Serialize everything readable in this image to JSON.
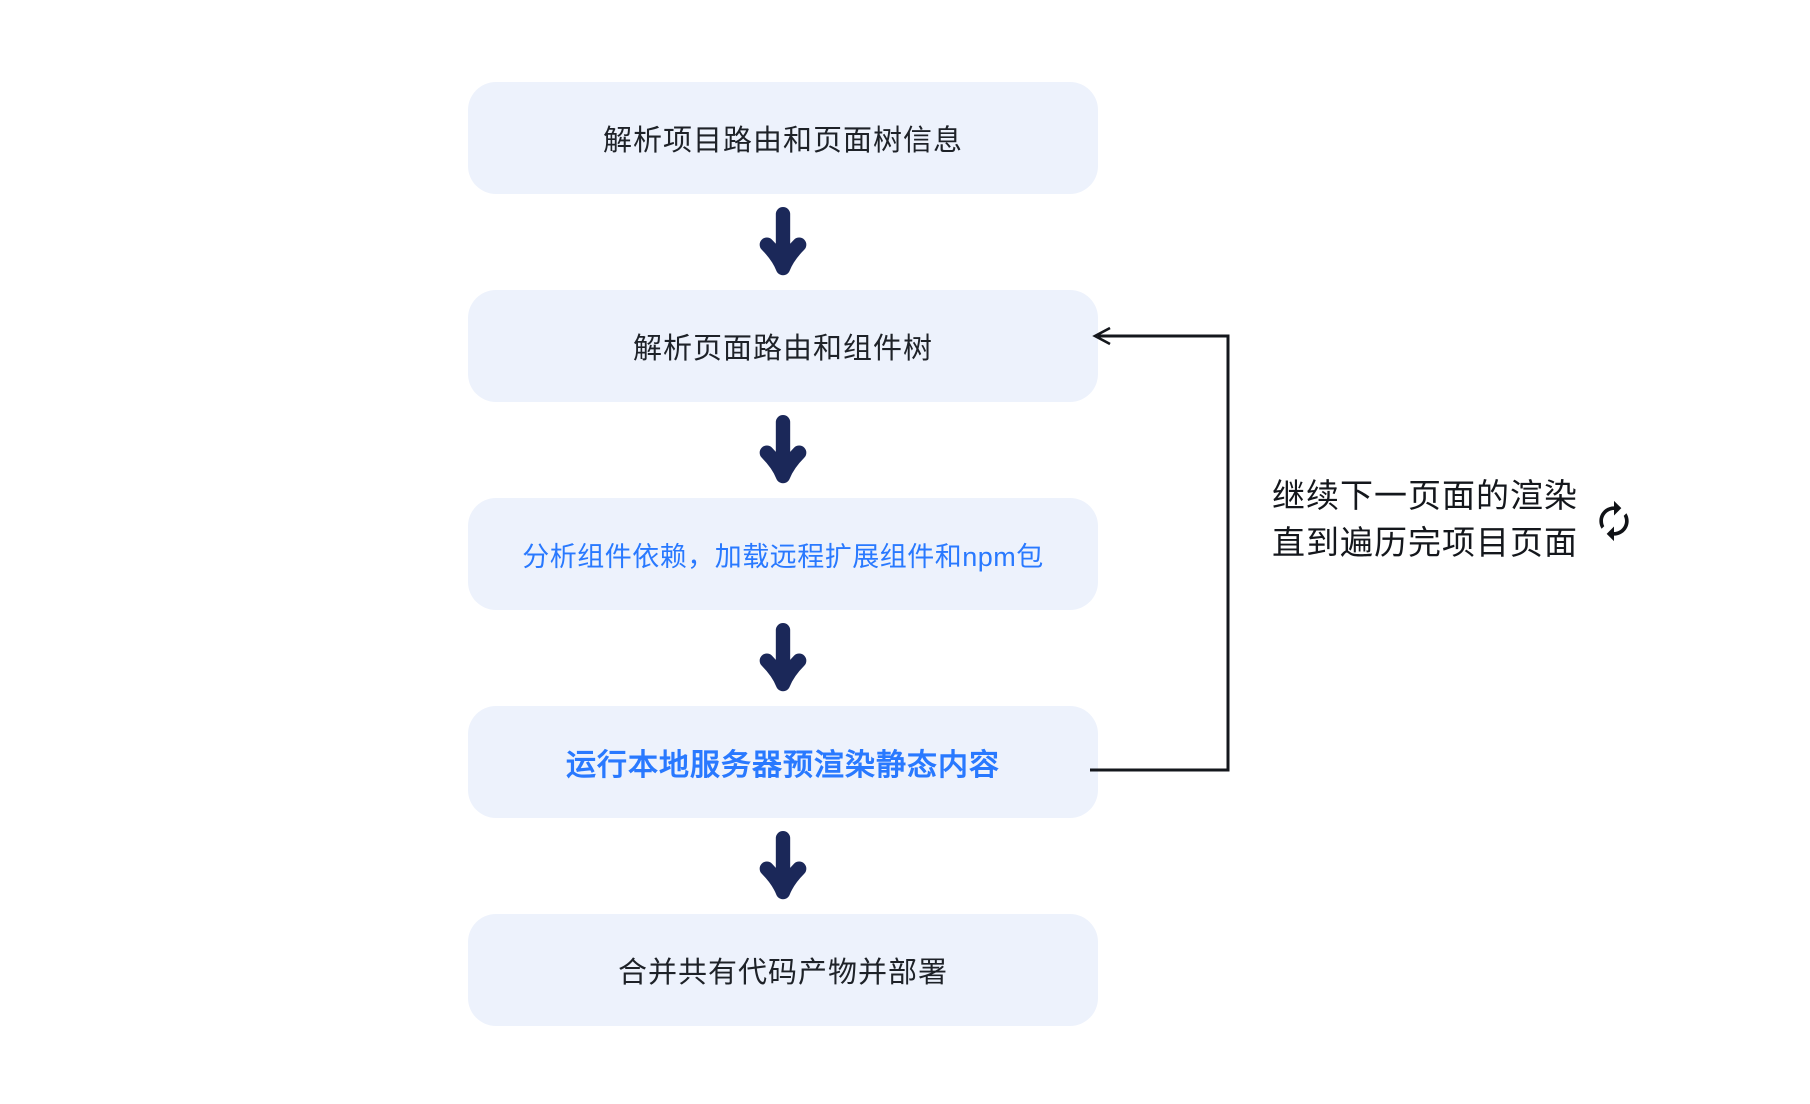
{
  "flow": {
    "steps": [
      {
        "label": "解析项目路由和页面树信息",
        "style": "dark"
      },
      {
        "label": "解析页面路由和组件树",
        "style": "dark"
      },
      {
        "label": "分析组件依赖，加载远程扩展组件和npm包",
        "style": "blue"
      },
      {
        "label": "运行本地服务器预渲染静态内容",
        "style": "blue-bold"
      },
      {
        "label": "合并共有代码产物并部署",
        "style": "dark"
      }
    ]
  },
  "loop_annotation": {
    "line1": "继续下一页面的渲染",
    "line2": "直到遍历完项目页面",
    "icon": "refresh-cycle-icon"
  },
  "colors": {
    "background": "#ffffff",
    "box_background": "#edf2fc",
    "dark_text": "#1e2228",
    "blue_text": "#2979ff",
    "arrow_navy": "#1b2859",
    "connector_line": "#14171c"
  }
}
